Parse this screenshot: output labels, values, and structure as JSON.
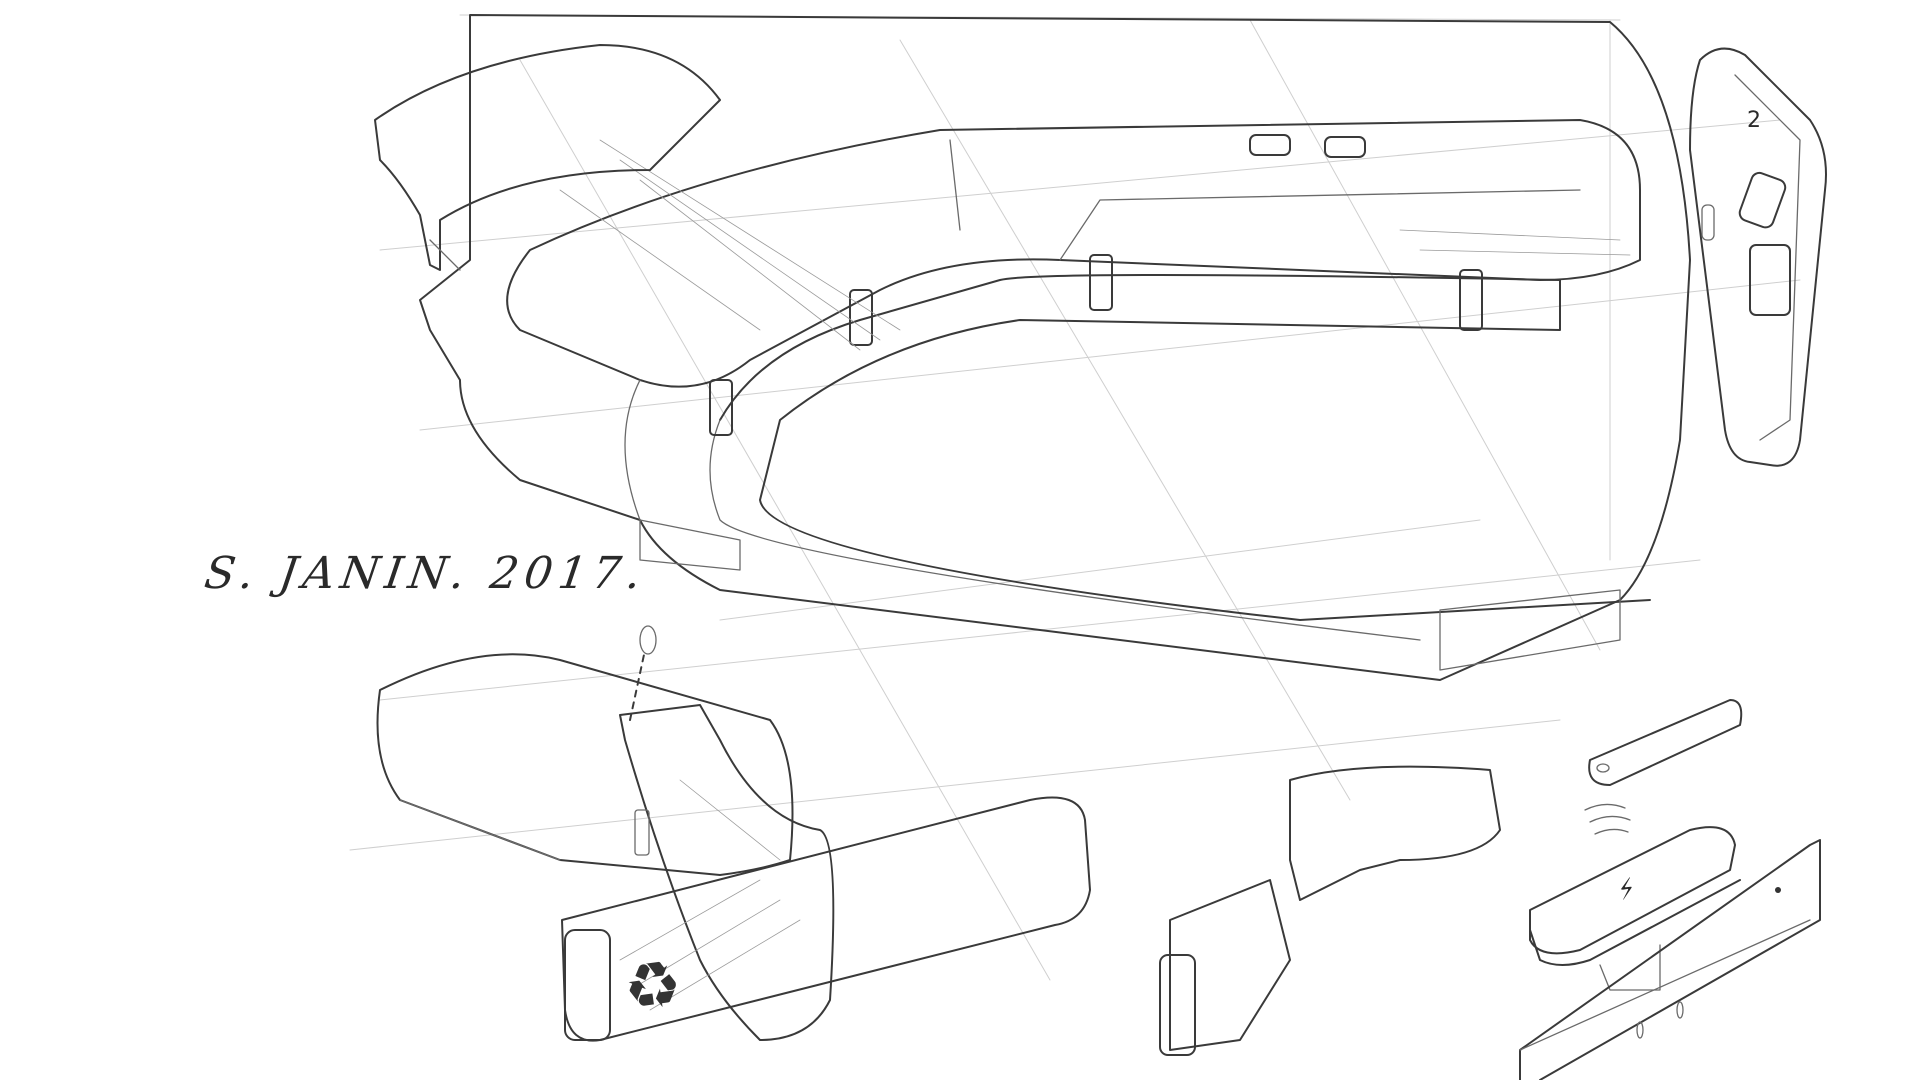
{
  "artwork": {
    "type": "pencil product design sketch",
    "subject": "modular seating / console unit with removable cartridge and charging pod",
    "palette": {
      "paper": "#ffffff",
      "graphite": "#3a3a3a",
      "guide": "#cfcfcf"
    }
  },
  "signature": {
    "text": "S. JANIN. 2017."
  },
  "annotations": {
    "panel_number": "2",
    "charging_symbol": "⚡",
    "recycle_symbol": "♻"
  }
}
